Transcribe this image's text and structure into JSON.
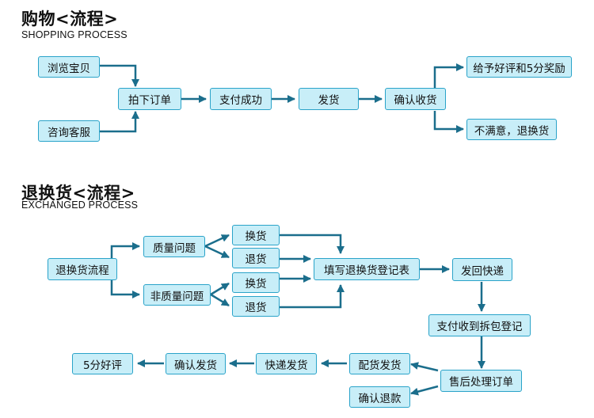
{
  "shopping": {
    "title": "购物<流程>",
    "subtitle": "SHOPPING PROCESS",
    "nodes": {
      "browse": "浏览宝贝",
      "consult": "咨询客服",
      "order": "拍下订单",
      "pay": "支付成功",
      "ship": "发货",
      "confirm": "确认收货",
      "good_review": "给予好评和5分奖励",
      "unsatisfied": "不满意，退换货"
    }
  },
  "exchange": {
    "title": "退换货<流程>",
    "subtitle": "EXCHANGED PROCESS",
    "nodes": {
      "process": "退换货流程",
      "quality": "质量问题",
      "nonquality": "非质量问题",
      "q_exchange": "换货",
      "q_return": "退货",
      "nq_exchange": "换货",
      "nq_return": "退货",
      "fill_form": "填写退换货登记表",
      "send_back": "发回快递",
      "pay_register": "支付收到拆包登记",
      "after_sales": "售后处理订单",
      "prepare": "配货发货",
      "express": "快递发货",
      "confirm_ship": "确认发货",
      "five_star": "5分好评",
      "refund": "确认退款"
    }
  },
  "colors": {
    "node_fill": "#c8eef8",
    "node_border": "#2aa3c9",
    "arrow": "#1b6e8c"
  }
}
